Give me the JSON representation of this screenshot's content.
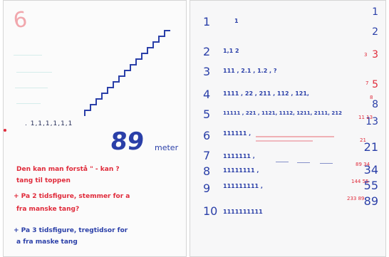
{
  "left_board": {
    "corner_mark": "6",
    "dots": ". 1,1,1,1,1,1",
    "meters": "89",
    "meters_unit": "meter",
    "notes": [
      "Den kan man forstå \" - kan ?",
      "tang til toppen",
      "+ Pa 2 tidsfigure, stemmer for a",
      "fra manske tang?",
      "+ Pa 3 tidsfigure, tregtidsor for",
      "a fra maske tang"
    ]
  },
  "right_board": {
    "rows": [
      {
        "n": "1",
        "sticks": "1",
        "total": "1"
      },
      {
        "n": "2",
        "sticks": "1,1   2",
        "total": "2"
      },
      {
        "n": "3",
        "sticks": "111 , 2.1 , 1.2 , ?",
        "total": "3"
      },
      {
        "n": "4",
        "sticks": "1111 , 22 , 211 , 112 , 121,",
        "total": "5"
      },
      {
        "n": "5",
        "sticks": "11111 , 221 , 1121, 1112, 1211, 2111, 212",
        "total": "8"
      },
      {
        "n": "6",
        "sticks": "111111 ,",
        "total": "13"
      },
      {
        "n": "7",
        "sticks": "1111111 ,",
        "total": "21"
      },
      {
        "n": "8",
        "sticks": "11111111 ,",
        "total": "34"
      },
      {
        "n": "9",
        "sticks": "111111111 ,",
        "total": "55"
      },
      {
        "n": "10",
        "sticks": "1111111111",
        "total": "89"
      }
    ],
    "red_notes": [
      "3",
      "7",
      "8",
      "11 13",
      "21",
      "89 34",
      "144 55",
      "233 89"
    ]
  },
  "colors": {
    "blue": "#2a3fa8",
    "red": "#e02a3a",
    "teal": "#3ab6b0"
  }
}
